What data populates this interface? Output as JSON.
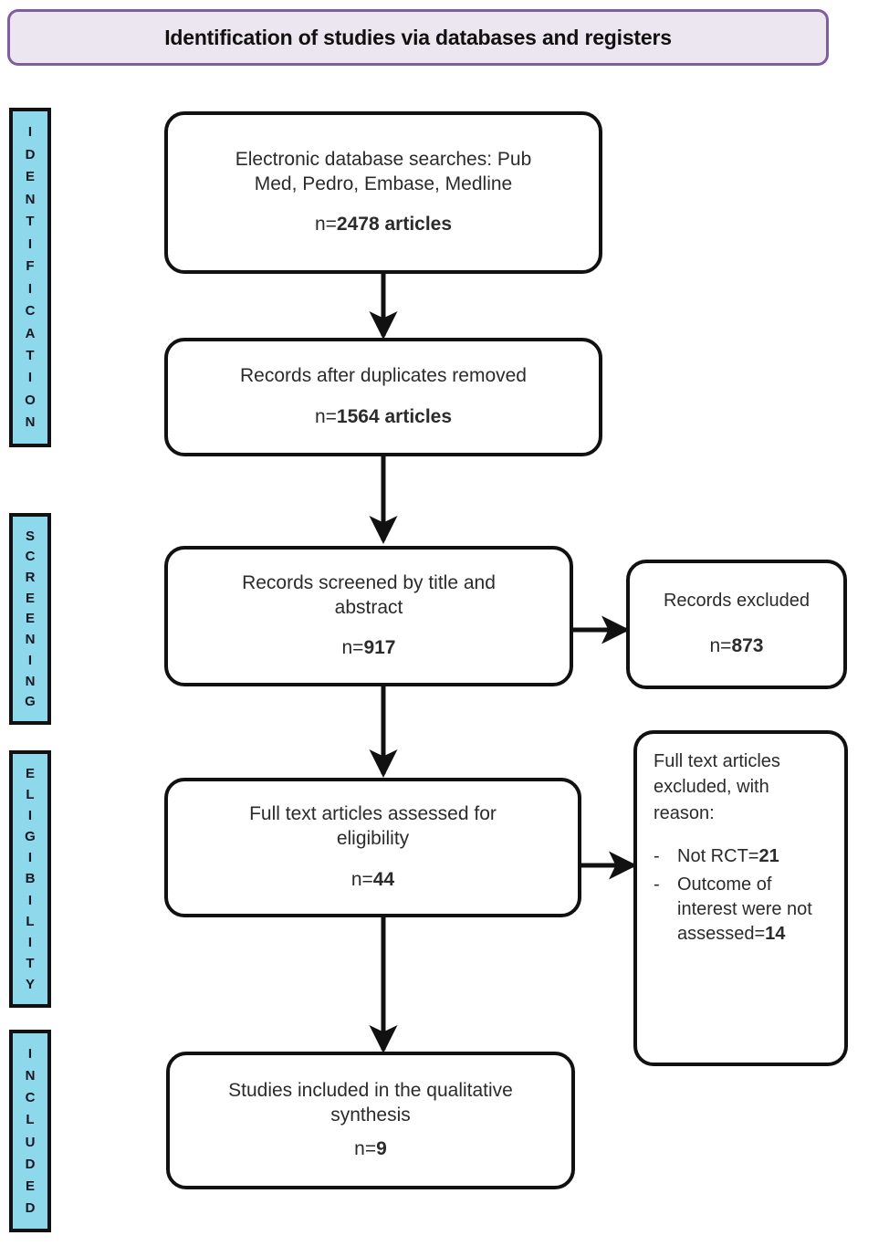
{
  "header": {
    "title": "Identification of studies via databases and registers",
    "fill_color": "#ece6f1",
    "border_color": "#7f5e9e"
  },
  "theme": {
    "phase_bar_fill": "#8ed8ec",
    "phase_bar_border": "#111111",
    "box_border": "#111111",
    "box_fill": "#ffffff",
    "text_color": "#2b2b2b"
  },
  "phases": [
    {
      "name": "identification",
      "label": "IDENTIFICATION",
      "letters": [
        "I",
        "D",
        "E",
        "N",
        "T",
        "I",
        "F",
        "I",
        "C",
        "A",
        "T",
        "I",
        "O",
        "N"
      ]
    },
    {
      "name": "screening",
      "label": "SCREENING",
      "letters": [
        "S",
        "C",
        "R",
        "E",
        "E",
        "N",
        "I",
        "N",
        "G"
      ]
    },
    {
      "name": "eligibility",
      "label": "ELIGIBILITY",
      "letters": [
        "E",
        "L",
        "I",
        "G",
        "I",
        "B",
        "I",
        "L",
        "I",
        "T",
        "Y"
      ]
    },
    {
      "name": "included",
      "label": "INCLUDED",
      "letters": [
        "I",
        "N",
        "C",
        "L",
        "U",
        "D",
        "E",
        "D"
      ]
    }
  ],
  "flow": {
    "databases": {
      "line1": "Electronic database searches: Pub",
      "line2": "Med, Pedro, Embase, Medline",
      "count_lead": "n=",
      "count_value": "2478 articles"
    },
    "duplicates": {
      "line1": "Records after duplicates removed",
      "count_lead": "n=",
      "count_value": "1564 articles"
    },
    "screened": {
      "line1": "Records screened by title and",
      "line2": "abstract",
      "count_lead": "n=",
      "count_value": "917"
    },
    "records_excluded": {
      "line1": "Records excluded",
      "count_lead": "n=",
      "count_value": "873"
    },
    "fulltext": {
      "line1": "Full text articles assessed for",
      "line2": "eligibility",
      "count_lead": "n=",
      "count_value": "44"
    },
    "fulltext_excluded": {
      "line1": "Full text articles",
      "line2": "excluded, with",
      "line3": "reason:",
      "reasons": [
        {
          "dash": "-",
          "text": "Not RCT=",
          "value": "21"
        },
        {
          "dash": "-",
          "text": "Outcome of interest were not assessed=",
          "value": "14"
        }
      ]
    },
    "included": {
      "line1": "Studies included in the qualitative",
      "line2": "synthesis",
      "count_lead": "n=",
      "count_value": "9"
    }
  }
}
